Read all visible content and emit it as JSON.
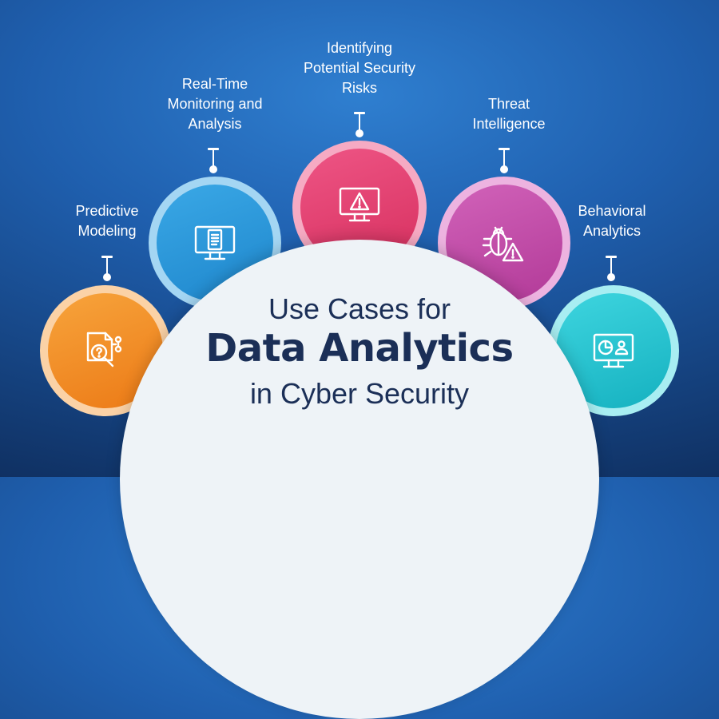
{
  "center": {
    "line1": "Use Cases for",
    "line2": "Data Analytics",
    "line3": "in Cyber Security"
  },
  "use_cases": [
    {
      "label": [
        "Predictive",
        "Modeling"
      ],
      "color": "#f08a24",
      "icon": "document-question-magnifier-icon"
    },
    {
      "label": [
        "Real-Time",
        "Monitoring and",
        "Analysis"
      ],
      "color": "#2f98d8",
      "icon": "monitor-document-icon"
    },
    {
      "label": [
        "Identifying",
        "Potential Security",
        "Risks"
      ],
      "color": "#e0406e",
      "icon": "monitor-warning-icon"
    },
    {
      "label": [
        "Threat",
        "Intelligence"
      ],
      "color": "#c24aa6",
      "icon": "bug-warning-icon"
    },
    {
      "label": [
        "Behavioral",
        "Analytics"
      ],
      "color": "#1fc3cf",
      "icon": "monitor-analytics-icon"
    }
  ]
}
